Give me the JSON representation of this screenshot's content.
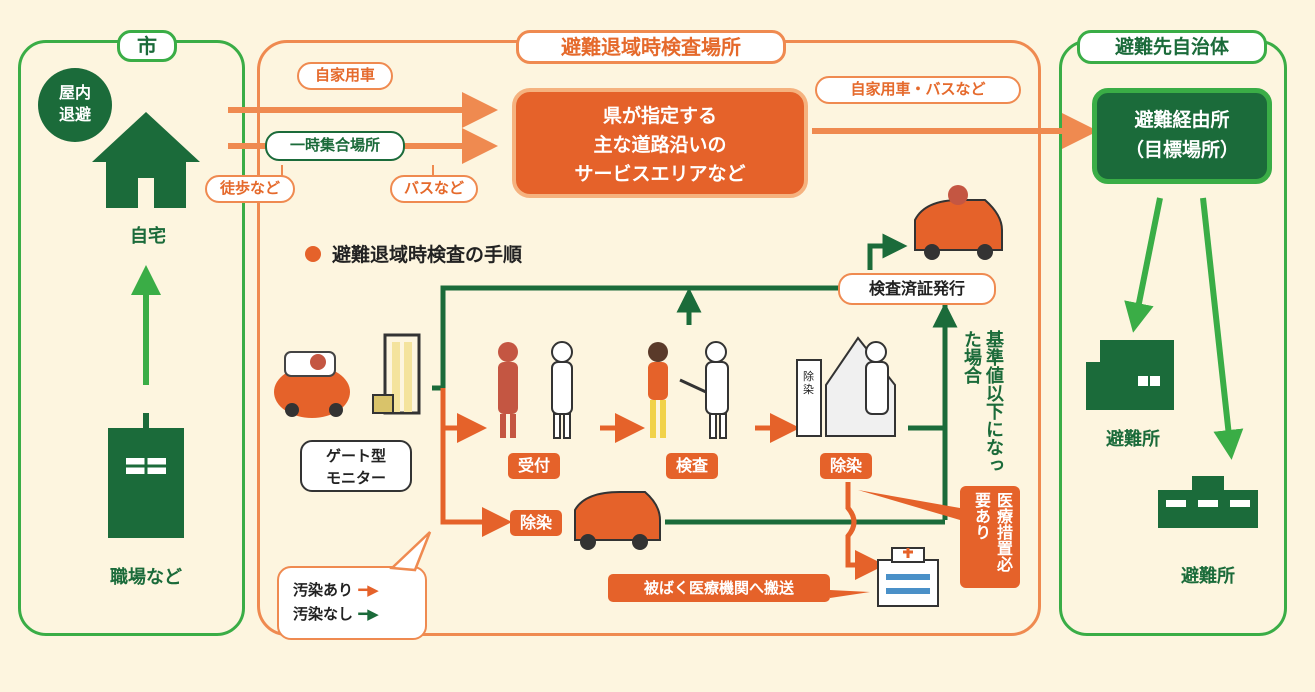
{
  "city": {
    "title": "市",
    "shelter_badge": "屋内\n退避",
    "home": "自宅",
    "workplace": "職場など"
  },
  "inspection_site": {
    "title": "避難退域時検査場所",
    "route_car": "自家用車",
    "route_assembly": "一時集合場所",
    "route_walk": "徒歩など",
    "route_bus": "バスなど",
    "main_box": "県が指定する\n主な道路沿いの\nサービスエリアなど",
    "route_out": "自家用車・バスなど",
    "procedure_title": "避難退域時検査の手順",
    "gate_monitor": "ゲート型\nモニター",
    "steps": [
      "受付",
      "検査",
      "除染"
    ],
    "decon_car": "除染",
    "certificate": "検査済証発行",
    "below_standard": "基準値以下になった場合",
    "medical_needed": "医療措置必要あり",
    "hospital_transport": "被ばく医療機関へ搬送",
    "decon_sign": "除染",
    "legend": [
      {
        "label": "汚染あり",
        "color": "#e5622a"
      },
      {
        "label": "汚染なし",
        "color": "#1b6b3a"
      }
    ]
  },
  "destination": {
    "title": "避難先自治体",
    "via_station": "避難経由所\n（目標場所）",
    "shelters": [
      "避難所",
      "避難所"
    ]
  },
  "colors": {
    "green": "#1b6b3a",
    "light_green": "#3aad46",
    "orange": "#e5622a",
    "light_orange": "#ef8a50",
    "bg": "#fdf5df"
  }
}
